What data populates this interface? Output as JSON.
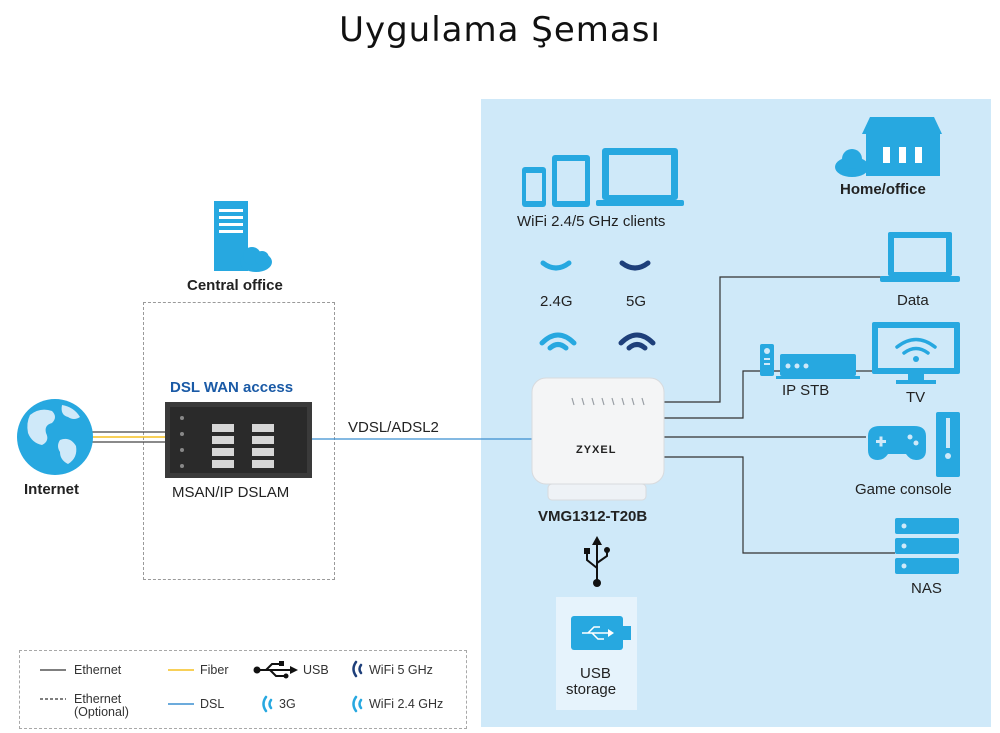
{
  "title": "Uygulama Şeması",
  "central_office": {
    "label": "Central office",
    "dsl_wan": "DSL WAN access",
    "msan": "MSAN/IP DSLAM"
  },
  "internet": {
    "label": "Internet"
  },
  "link_label": "VDSL/ADSL2",
  "home": {
    "label": "Home/office",
    "wifi_clients": "WiFi 2.4/5 GHz clients",
    "band_24": "2.4G",
    "band_5": "5G",
    "router_brand": "ZYXEL",
    "router_model": "VMG1312-T20B",
    "usb_storage_line1": "USB",
    "usb_storage_line2": "storage"
  },
  "devices": {
    "data": "Data",
    "ip_stb": "IP STB",
    "tv": "TV",
    "game_console": "Game console",
    "nas": "NAS"
  },
  "legend": {
    "ethernet": "Ethernet",
    "ethernet_optional_1": "Ethernet",
    "ethernet_optional_2": "(Optional)",
    "fiber": "Fiber",
    "dsl": "DSL",
    "usb": "USB",
    "g3": "3G",
    "wifi5": "WiFi 5 GHz",
    "wifi24": "WiFi 2.4 GHz"
  },
  "colors": {
    "panel": "#cfe9f9",
    "light_blue": "#27a8e0",
    "dark_blue": "#1e3f7a",
    "fiber": "#f5c021",
    "dsl": "#3b8fd0"
  }
}
